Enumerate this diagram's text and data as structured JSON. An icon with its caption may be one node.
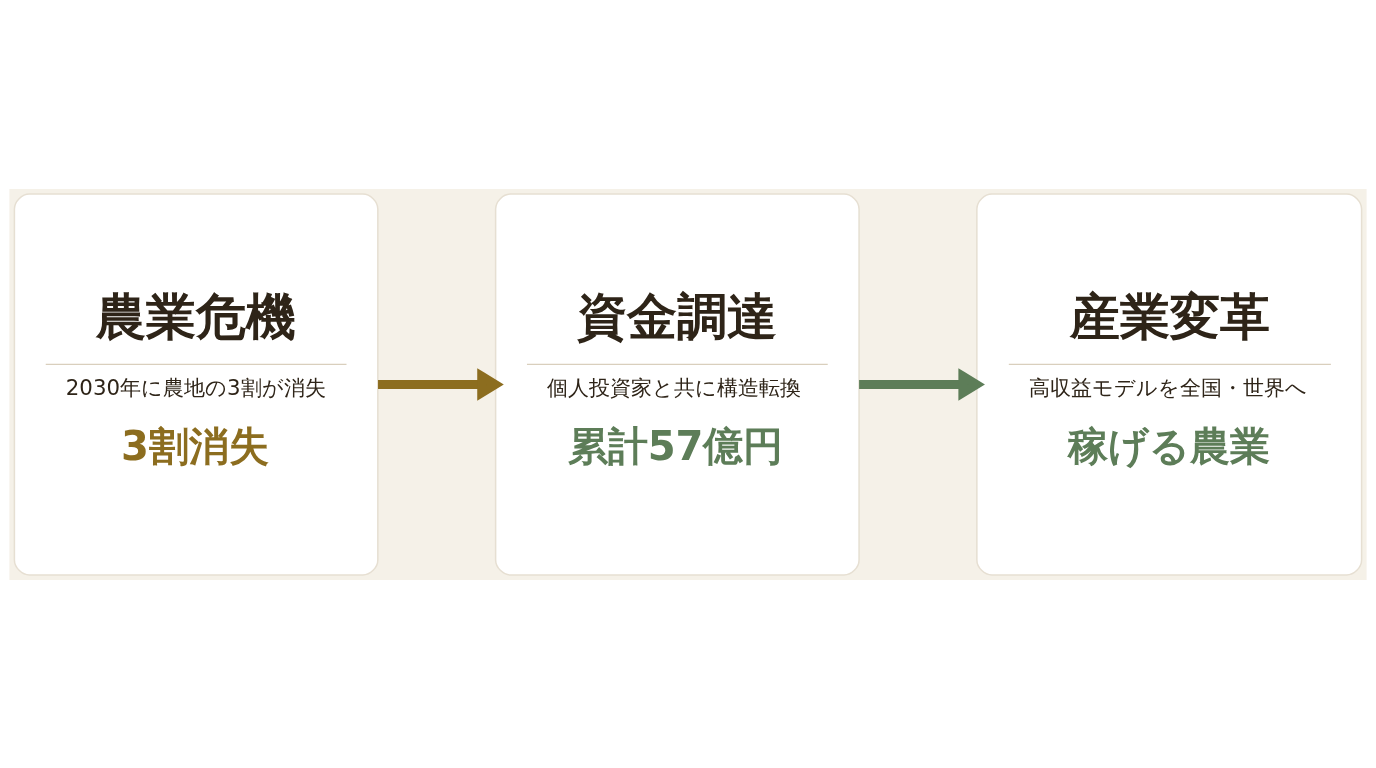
{
  "diagram": {
    "nodes": [
      {
        "text": [
          "農業危機",
          "2030年に農地の3割が消失",
          "3割消失"
        ]
      },
      {
        "text": [
          "資金調達",
          "個人投資家と共に構造転換",
          "累計57億円"
        ]
      },
      {
        "text": [
          "産業変革",
          "高収益モデルを全国・世界へ",
          "稼げる農業"
        ]
      }
    ],
    "edges": [
      {
        "from": 0,
        "to": 1,
        "arrow": "to",
        "color": "#8c6d1f"
      },
      {
        "from": 1,
        "to": 2,
        "arrow": "to",
        "color": "#5d7d58"
      }
    ]
  }
}
